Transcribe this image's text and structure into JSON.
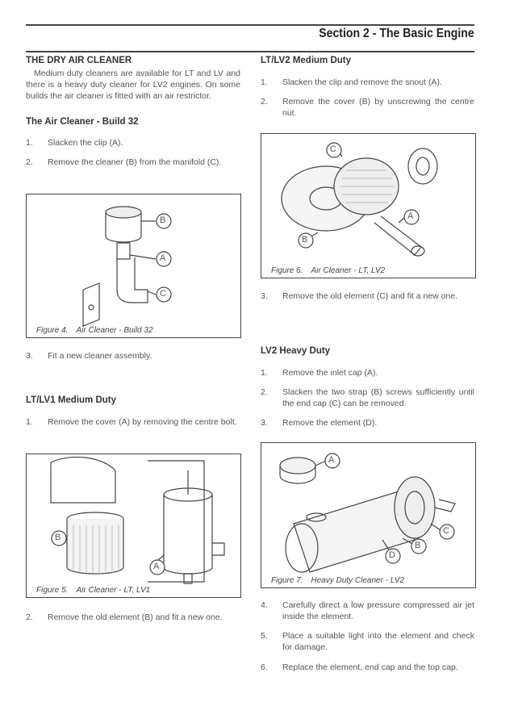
{
  "header": {
    "section_title": "Section 2 - The Basic Engine"
  },
  "left": {
    "title": "THE DRY AIR CLEANER",
    "intro": "Medium duty cleaners are available for LT and LV and there is a heavy duty cleaner for LV2 engines. On some builds the air cleaner is fitted with an air restrictor.",
    "build32": {
      "heading": "The Air Cleaner - Build 32",
      "steps": [
        {
          "n": "1.",
          "t": "Slacken the clip (A)."
        },
        {
          "n": "2.",
          "t": "Remove the cleaner (B) from the manifold (C)."
        }
      ]
    },
    "figure4": {
      "num": "Figure 4.",
      "caption": "Air Cleaner - Build 32",
      "labels": [
        "A",
        "B",
        "C"
      ]
    },
    "step3": {
      "n": "3.",
      "t": "Fit a new cleaner assembly."
    },
    "ltlv1": {
      "heading": "LT/LV1 Medium Duty",
      "steps": [
        {
          "n": "1.",
          "t": "Remove the cover (A) by removing the centre bolt."
        }
      ]
    },
    "figure5": {
      "num": "Figure 5.",
      "caption": "Air Cleaner - LT, LV1",
      "labels": [
        "A",
        "B"
      ]
    },
    "step2": {
      "n": "2.",
      "t": "Remove the old element (B) and fit a new one."
    }
  },
  "right": {
    "ltlv2": {
      "heading": "LT/LV2 Medium Duty",
      "steps": [
        {
          "n": "1.",
          "t": "Slacken the clip and remove the snout (A)."
        },
        {
          "n": "2.",
          "t": "Remove the cover (B) by unscrewing the centre nut."
        }
      ]
    },
    "figure6": {
      "num": "Figure 6.",
      "caption": "Air Cleaner - LT, LV2",
      "labels": [
        "A",
        "B",
        "C"
      ]
    },
    "step3": {
      "n": "3.",
      "t": "Remove the old element (C) and fit a new one."
    },
    "lv2": {
      "heading": "LV2 Heavy Duty",
      "steps": [
        {
          "n": "1.",
          "t": "Remove the inlet cap (A)."
        },
        {
          "n": "2.",
          "t": "Slacken the two strap (B) screws sufficiently until the end cap (C) can be removed."
        },
        {
          "n": "3.",
          "t": "Remove the element (D)."
        }
      ]
    },
    "figure7": {
      "num": "Figure 7.",
      "caption": "Heavy Duty Cleaner - LV2",
      "labels": [
        "A",
        "B",
        "C",
        "D"
      ]
    },
    "steps_after": [
      {
        "n": "4.",
        "t": "Carefully direct a low pressure compressed air jet inside the element."
      },
      {
        "n": "5.",
        "t": "Place a suitable light into the element and check for damage."
      },
      {
        "n": "6.",
        "t": "Replace the element, end cap and the top cap."
      }
    ]
  }
}
